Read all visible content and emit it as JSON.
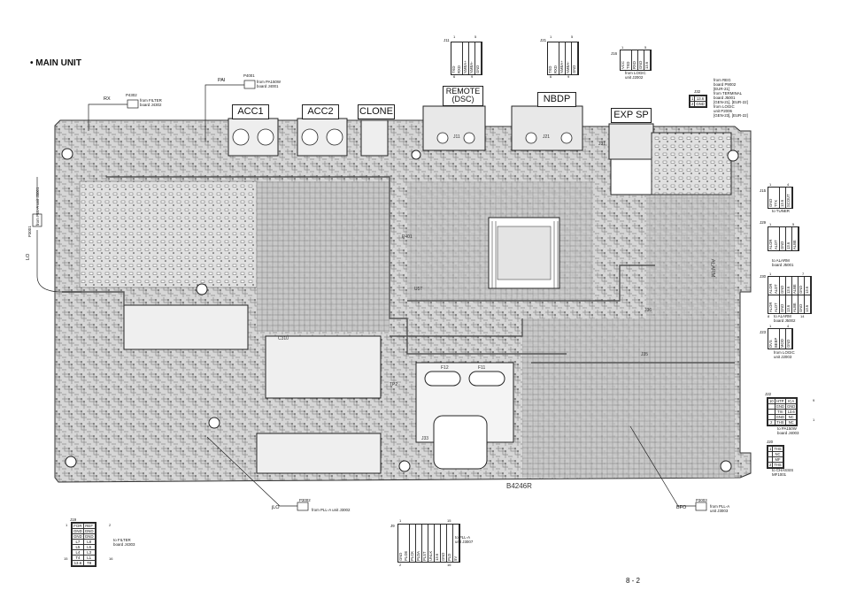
{
  "title": "• MAIN UNIT",
  "page_number": "8 - 2",
  "board_code": "B4246R",
  "ports": {
    "acc1": "ACC1",
    "acc2": "ACC2",
    "clone": "CLONE",
    "remote": "REMOTE\n(DSC)",
    "nbdp": "NBDP",
    "exp_sp": "EXP SP"
  },
  "cables": {
    "rx": {
      "label": "RX",
      "plug": "P4302",
      "note": "from FILTER\nboard J4302"
    },
    "pa": {
      "label": "PAI",
      "plug": "P4001",
      "note": "from PA150W\nboard J4001"
    },
    "lo": {
      "label": "LO",
      "plug": "P3001",
      "note": "from PLL-A unit J3001"
    },
    "jlo": {
      "label": "jLO",
      "plug": "P3002",
      "note": "from PLL-A unit J3002"
    },
    "bfo": {
      "label": "BFO",
      "plug": "P3003",
      "note": "from PLL-A\nunit J3003"
    }
  },
  "j11": {
    "id": "J11",
    "pins": [
      "TXD",
      "RXD",
      "NMEA+",
      "NMEA-",
      "GND"
    ],
    "nums": [
      "1",
      "5",
      "6",
      "9"
    ]
  },
  "j21": {
    "id": "J21",
    "pins": [
      "TXD",
      "RXD",
      "NMEA+",
      "NMEA-",
      "GND"
    ],
    "nums": [
      "1",
      "5",
      "6",
      "9"
    ]
  },
  "j16": {
    "id": "J16",
    "pins": [
      "VCC",
      "TXD",
      "RXD",
      "GND",
      "13.6"
    ],
    "note": "from LOGIC\nunit J2002",
    "nums": [
      "1",
      "5"
    ]
  },
  "j32": {
    "id": "J32",
    "rows": [
      [
        "1",
        "13.6"
      ],
      [
        "2",
        "GND"
      ]
    ],
    "note": "from REG\nboard P9002\n[EUR-21]\nfrom TERMINAL\nboard J5001\n[GEN-21], [EUR-22]\nfrom LOGIC\nunit P2006\n[GEN-23], [EUR-22]"
  },
  "j15": {
    "id": "J15",
    "pins": [
      "GND",
      "TTX",
      "13.6",
      "SCOUT"
    ],
    "note": "to TUNER",
    "nums": [
      "1",
      "4"
    ]
  },
  "j29": {
    "id": "J29",
    "pins": [
      "ALOR",
      "ALDT",
      "GND",
      "13.6",
      "ALBE"
    ],
    "note": "to ALARM\nboard J5001",
    "nums": [
      "1",
      "5"
    ]
  },
  "j30": {
    "id": "J30",
    "pins": [
      "ALOR",
      "ALDT",
      "GND",
      "13.6",
      "ALBE",
      "GND",
      "13.6"
    ],
    "note": "to ALARM\nboard J5002",
    "nums": [
      "1",
      "7",
      "8",
      "14"
    ]
  },
  "j23": {
    "id": "J23",
    "pins": [
      "DVS",
      "BEEP",
      "MOD",
      "GND"
    ],
    "note": "from LOGIC\nunit J2003",
    "nums": [
      "1",
      "4"
    ]
  },
  "j22": {
    "id": "J22",
    "rows": [
      [
        "10",
        "HTP",
        "ICA"
      ],
      [
        "",
        "GND",
        "GND"
      ],
      [
        "",
        "TXI",
        "13.6"
      ],
      [
        "",
        "GND",
        "NC"
      ],
      [
        "2",
        "THS",
        "NC"
      ]
    ],
    "note": "to PA150W\nboard J4003",
    "nums": [
      "9",
      "1"
    ]
  },
  "j20": {
    "id": "J20",
    "rows": [
      [
        "1",
        "THS"
      ],
      [
        "",
        "NC"
      ],
      [
        "",
        "MF"
      ],
      [
        "2",
        "THS"
      ]
    ],
    "note": "to CHASSIS\nMF1001"
  },
  "j19": {
    "id": "J19",
    "rows": [
      [
        "FOR",
        "REF"
      ],
      [
        "GND",
        "GND"
      ],
      [
        "GND",
        "GND"
      ],
      [
        "L7",
        "L8"
      ],
      [
        "L5",
        "L6"
      ],
      [
        "L4",
        "L3"
      ],
      [
        "T4",
        "L1"
      ],
      [
        "13.6",
        "T8"
      ]
    ],
    "note": "to FILTER\nboard J4303",
    "nums": [
      "1",
      "2",
      "15",
      "16"
    ]
  },
  "j9": {
    "id": "J9",
    "pins": [
      "GND",
      "PLOE",
      "PLCK",
      "PLDA",
      "PLST",
      "UNLK",
      "13.6",
      "GND",
      "PLD",
      "5V"
    ],
    "note": "to PLL-A\nunit J3007",
    "nums": [
      "1",
      "2",
      "15",
      "16"
    ]
  },
  "board_labels": [
    "J11",
    "J21",
    "J31",
    "P401",
    "U5T",
    "F12",
    "F11",
    "ALARM",
    "C310",
    "TP2",
    "J33",
    "J36",
    "J35"
  ],
  "colors": {
    "line": "#222222",
    "board_fill": "#d8d8d8",
    "trace": "#666666",
    "copper": "#bdbdbd"
  }
}
